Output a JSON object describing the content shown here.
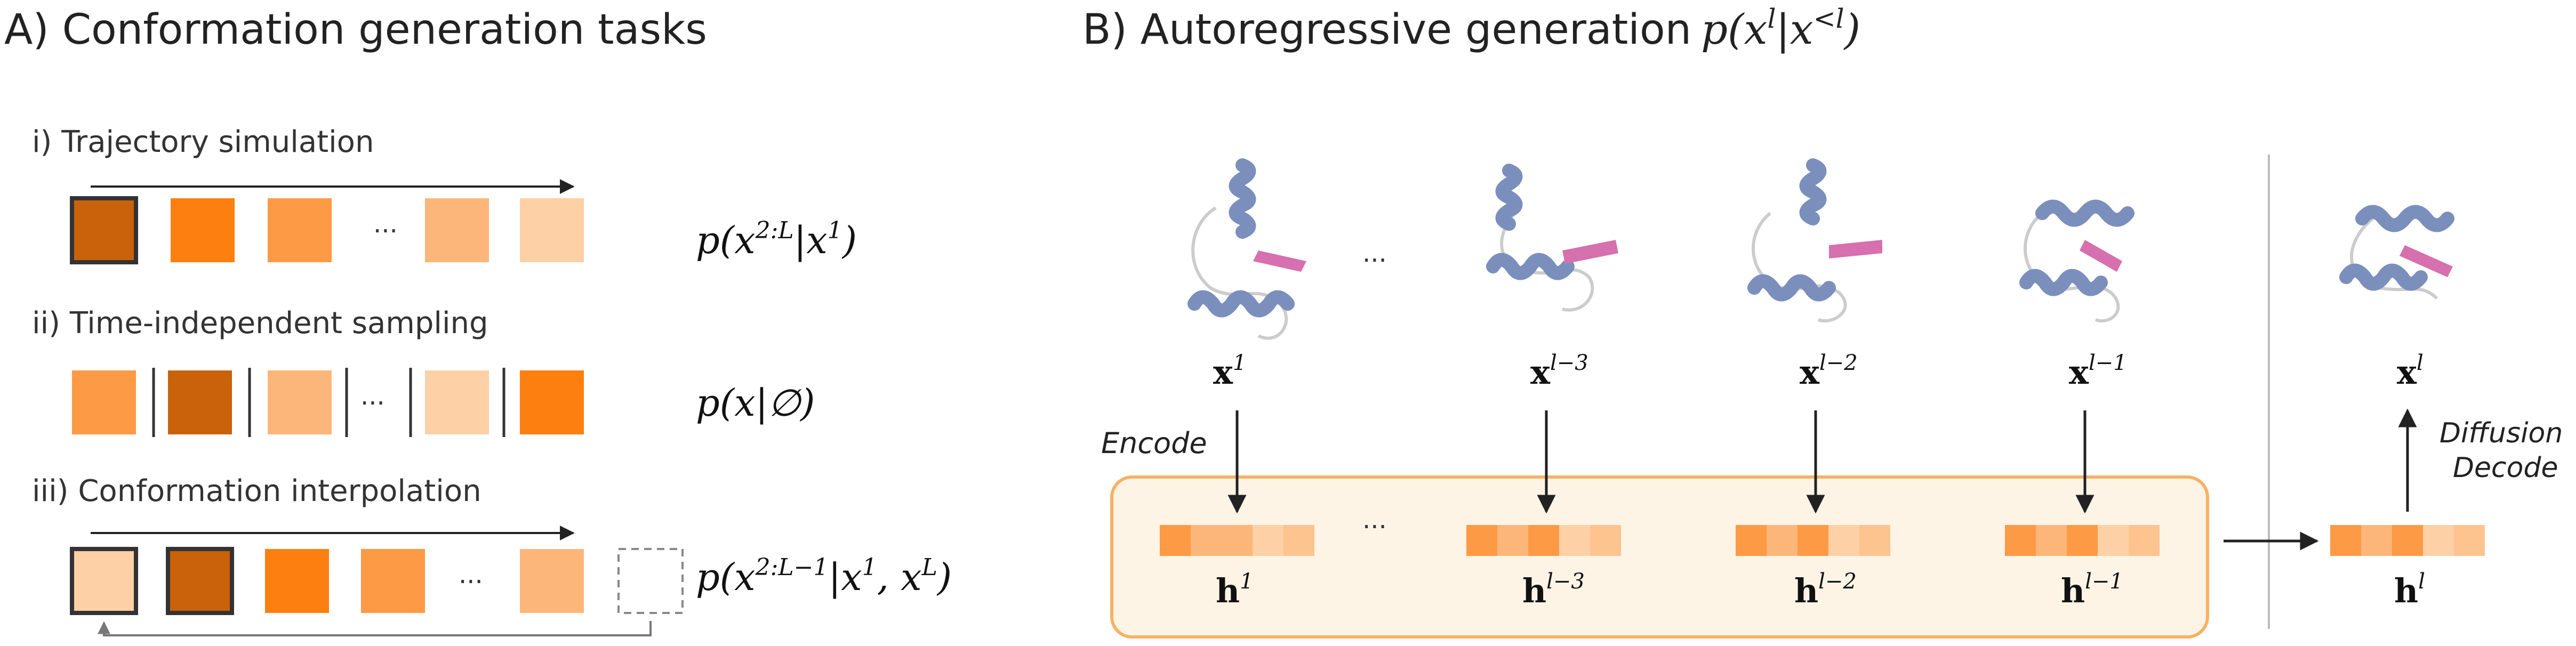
{
  "panel_a": {
    "title": "A) Conformation generation tasks",
    "tasks": [
      {
        "label": "i) Trajectory simulation",
        "ellipsis": "···",
        "formula_main": "p(x",
        "formula_sup": "2:L",
        "formula_rest": "|x",
        "formula_sup2": "1",
        "formula_end": ")"
      },
      {
        "label": "ii) Time-independent sampling",
        "ellipsis": "···",
        "formula_main": "p(x|∅)"
      },
      {
        "label": "iii) Conformation interpolation",
        "ellipsis": "···",
        "formula_main": "p(x",
        "formula_sup": "2:L−1",
        "formula_rest": "|x",
        "formula_sup2": "1",
        "formula_mid": ", x",
        "formula_sup3": "L",
        "formula_end": ")"
      }
    ]
  },
  "panel_b": {
    "title": "B) Autoregressive generation",
    "title_formula": "p(x",
    "title_sup1": "l",
    "title_mid": "|x",
    "title_sup2": "<l",
    "title_end": ")",
    "encode_label": "Encode",
    "decode_label_1": "Diffusion",
    "decode_label_2": "Decode",
    "ellipsis_top": "···",
    "ellipsis_bottom": "···",
    "frames": [
      {
        "x": "x",
        "x_sup": "1",
        "h": "h",
        "h_sup": "1"
      },
      {
        "x": "x",
        "x_sup": "l−3",
        "h": "h",
        "h_sup": "l−3"
      },
      {
        "x": "x",
        "x_sup": "l−2",
        "h": "h",
        "h_sup": "l−2"
      },
      {
        "x": "x",
        "x_sup": "l−1",
        "h": "h",
        "h_sup": "l−1"
      }
    ],
    "output": {
      "x": "x",
      "x_sup": "l",
      "h": "h",
      "h_sup": "l"
    }
  },
  "colors": {
    "darkest": "#c9620a",
    "dark": "#fd7f10",
    "mid": "#fc9a45",
    "light": "#fdb67a",
    "lightest": "#fdd0a6",
    "encoder_box_fill": "#fdf4e6",
    "encoder_box_stroke": "#f6b264",
    "helix": "#7b8fbd",
    "strand": "#d670ae"
  }
}
